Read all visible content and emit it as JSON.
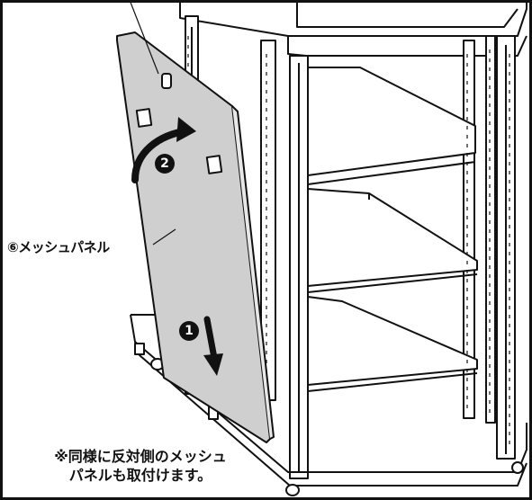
{
  "labels": {
    "panel": "⑥メッシュパネル",
    "step1": "1",
    "step2": "2",
    "note_line1": "※同様に反対側のメッシュ",
    "note_line2": "パネルも取付けます。"
  },
  "colors": {
    "line": "#111111",
    "panel_fill": "#cfcfcf",
    "shelf_fill": "#ffffff"
  }
}
